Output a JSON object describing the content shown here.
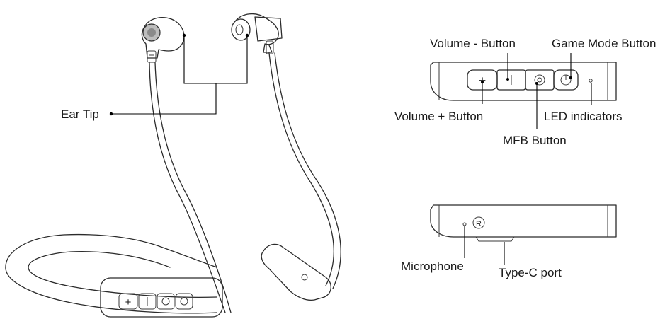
{
  "labels": {
    "ear_tip": "Ear Tip",
    "volume_minus": "Volume - Button",
    "game_mode": "Game Mode Button",
    "volume_plus": "Volume + Button",
    "led_indicators": "LED indicators",
    "mfb": "MFB Button",
    "microphone": "Microphone",
    "type_c": "Type-C port"
  },
  "symbols": {
    "plus": "+",
    "minus": "|",
    "port_mark": "R"
  },
  "colors": {
    "line": "#2b2b2b",
    "background": "#ffffff"
  }
}
